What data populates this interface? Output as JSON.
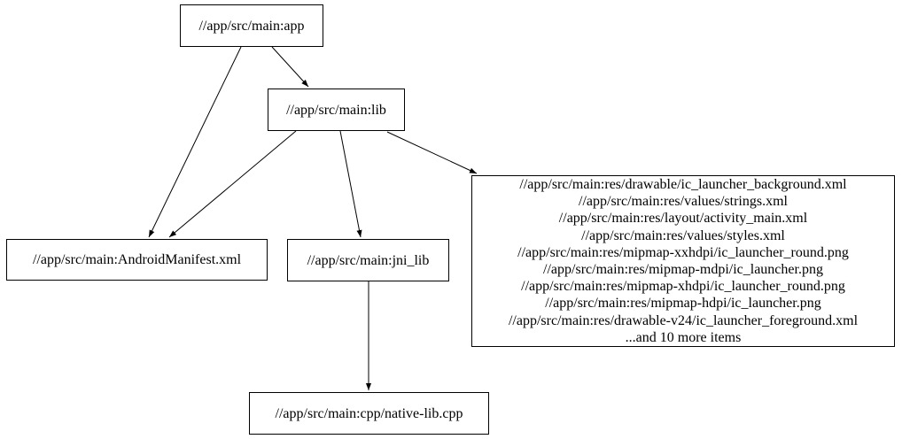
{
  "graph": {
    "type": "digraph",
    "colors": {
      "background": "#ffffff",
      "node_fill": "#ffffff",
      "node_border": "#000000",
      "edge": "#000000",
      "text": "#000000"
    },
    "nodes": {
      "app": {
        "label": "//app/src/main:app"
      },
      "lib": {
        "label": "//app/src/main:lib"
      },
      "manifest": {
        "label": "//app/src/main:AndroidManifest.xml"
      },
      "jni_lib": {
        "label": "//app/src/main:jni_lib"
      },
      "res_group": {
        "lines": [
          "//app/src/main:res/drawable/ic_launcher_background.xml",
          "//app/src/main:res/values/strings.xml",
          "//app/src/main:res/layout/activity_main.xml",
          "//app/src/main:res/values/styles.xml",
          "//app/src/main:res/mipmap-xxhdpi/ic_launcher_round.png",
          "//app/src/main:res/mipmap-mdpi/ic_launcher.png",
          "//app/src/main:res/mipmap-xhdpi/ic_launcher_round.png",
          "//app/src/main:res/mipmap-hdpi/ic_launcher.png",
          "//app/src/main:res/drawable-v24/ic_launcher_foreground.xml",
          "...and 10 more items"
        ]
      },
      "native_lib": {
        "label": "//app/src/main:cpp/native-lib.cpp"
      }
    },
    "edges": [
      {
        "from": "app",
        "to": "lib"
      },
      {
        "from": "app",
        "to": "manifest"
      },
      {
        "from": "lib",
        "to": "manifest"
      },
      {
        "from": "lib",
        "to": "jni_lib"
      },
      {
        "from": "lib",
        "to": "res_group"
      },
      {
        "from": "jni_lib",
        "to": "native_lib"
      }
    ]
  }
}
